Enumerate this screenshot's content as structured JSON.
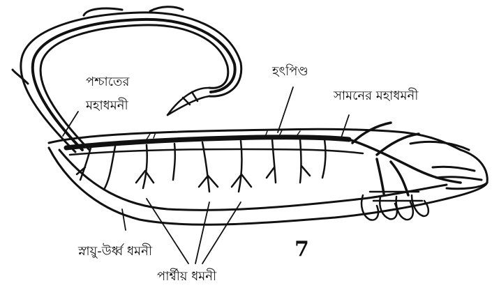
{
  "figure_number": "7",
  "labels": {
    "posterior_aorta_line1": "পশ্চাতের",
    "posterior_aorta_line2": "মহাধমনী",
    "heart": "হৎপিণ্ড",
    "anterior_aorta": "সামনের মহাধমনী",
    "supraneural_artery": "স্নায়ু-উর্ধ্ব ধমনী",
    "lateral_arteries": "পার্শ্বীয় ধমনী"
  },
  "colors": {
    "ink": "#111111",
    "background": "#ffffff"
  }
}
